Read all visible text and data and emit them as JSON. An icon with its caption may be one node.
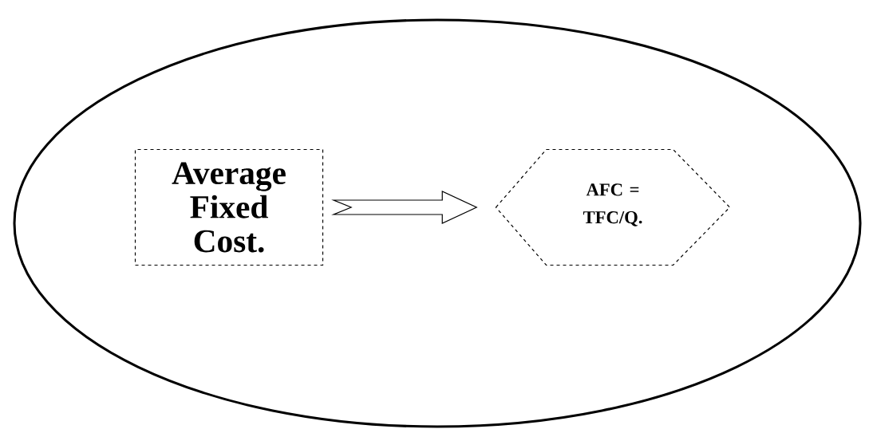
{
  "diagram": {
    "nodes": [
      {
        "text": [],
        "shape": "ellipse"
      },
      {
        "text": [
          "Average Fixed Cost."
        ],
        "in": 0
      },
      {
        "text": [
          "AFC = TFC/Q."
        ],
        "in": 0
      }
    ],
    "edges": [
      {
        "from": 1,
        "to": 2,
        "arrow": "to"
      }
    ]
  }
}
